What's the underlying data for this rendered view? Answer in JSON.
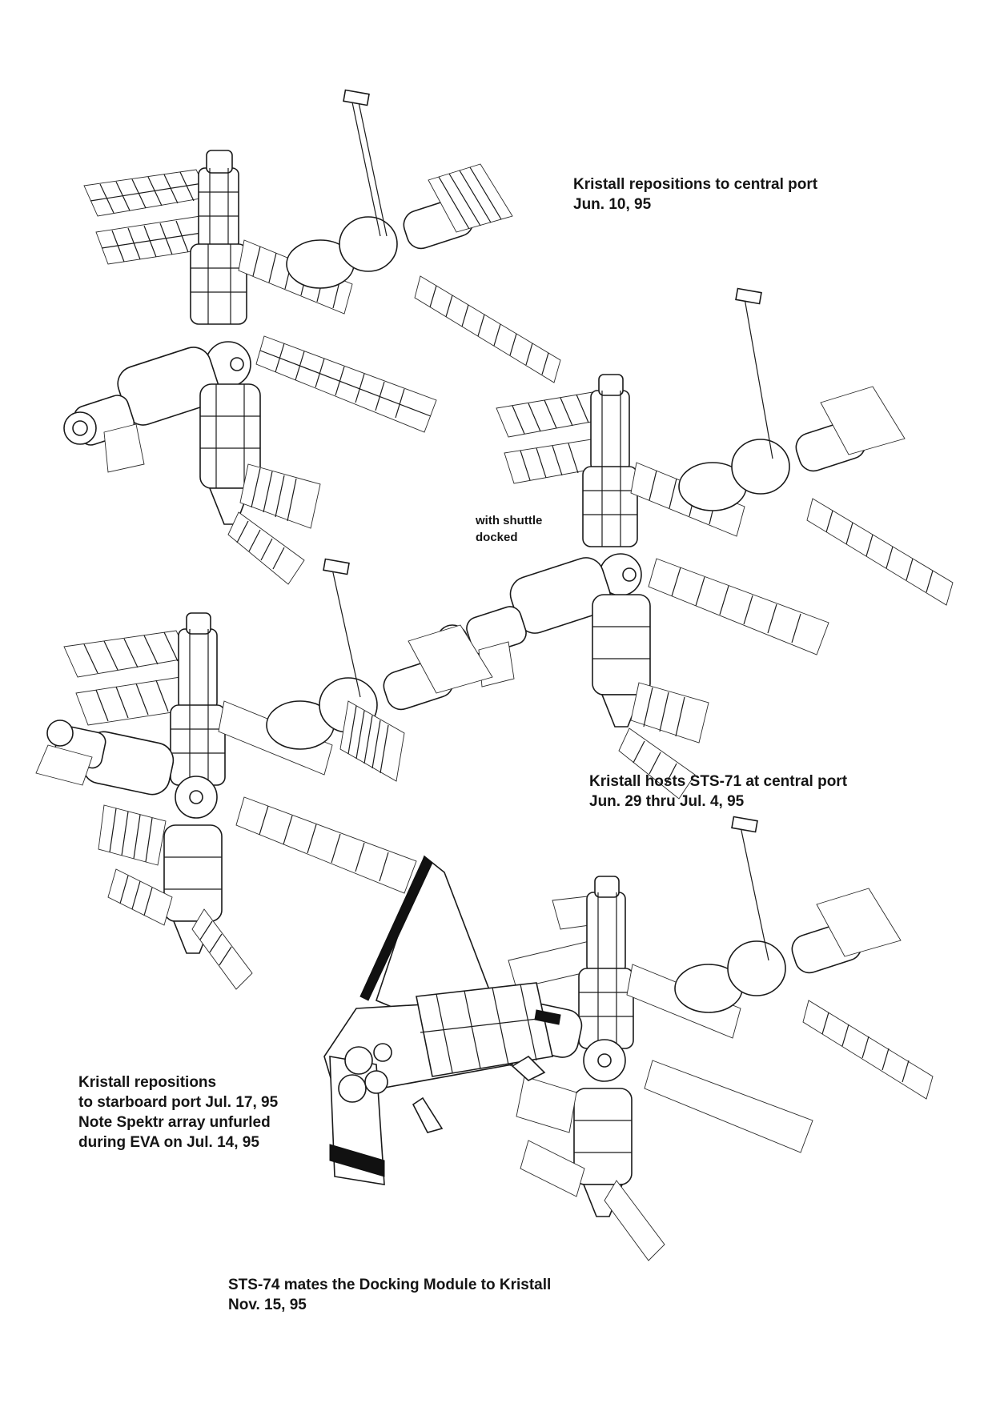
{
  "captions": [
    {
      "lines": [
        "Kristall repositions to central port",
        "Jun. 10, 95"
      ]
    },
    {
      "lines": [
        "with shuttle",
        "docked"
      ]
    },
    {
      "lines": [
        "Kristall hosts STS-71 at central port",
        "Jun. 29 thru Jul. 4, 95"
      ]
    },
    {
      "lines": [
        "Kristall repositions",
        "to starboard port Jul. 17, 95",
        "Note Spektr array unfurled",
        "during EVA on Jul. 14, 95"
      ]
    },
    {
      "lines": [
        "STS-74 mates the Docking Module to Kristall",
        "Nov. 15, 95"
      ]
    }
  ]
}
